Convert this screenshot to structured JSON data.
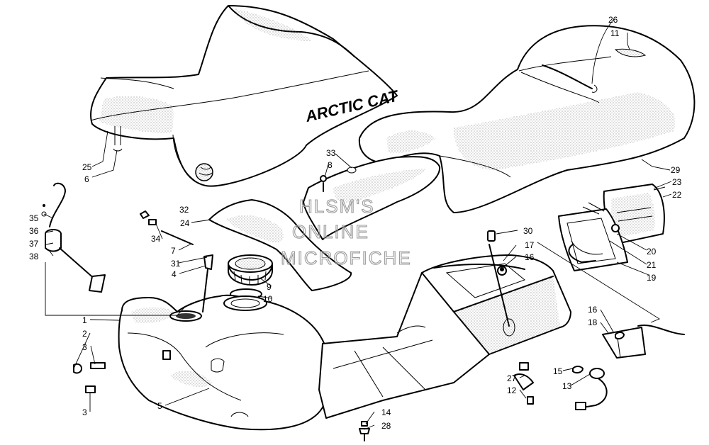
{
  "brand_text": "ARCTIC CAT",
  "watermark_lines": [
    "HLSM'S",
    "ONLINE",
    "MICROFICHE"
  ],
  "callouts": [
    "1",
    "2",
    "3",
    "3",
    "4",
    "5",
    "6",
    "7",
    "8",
    "9",
    "10",
    "11",
    "12",
    "13",
    "14",
    "15",
    "16",
    "16",
    "17",
    "18",
    "19",
    "20",
    "21",
    "22",
    "23",
    "24",
    "25",
    "26",
    "27",
    "28",
    "29",
    "30",
    "31",
    "32",
    "33",
    "34",
    "35",
    "36",
    "37",
    "38"
  ]
}
